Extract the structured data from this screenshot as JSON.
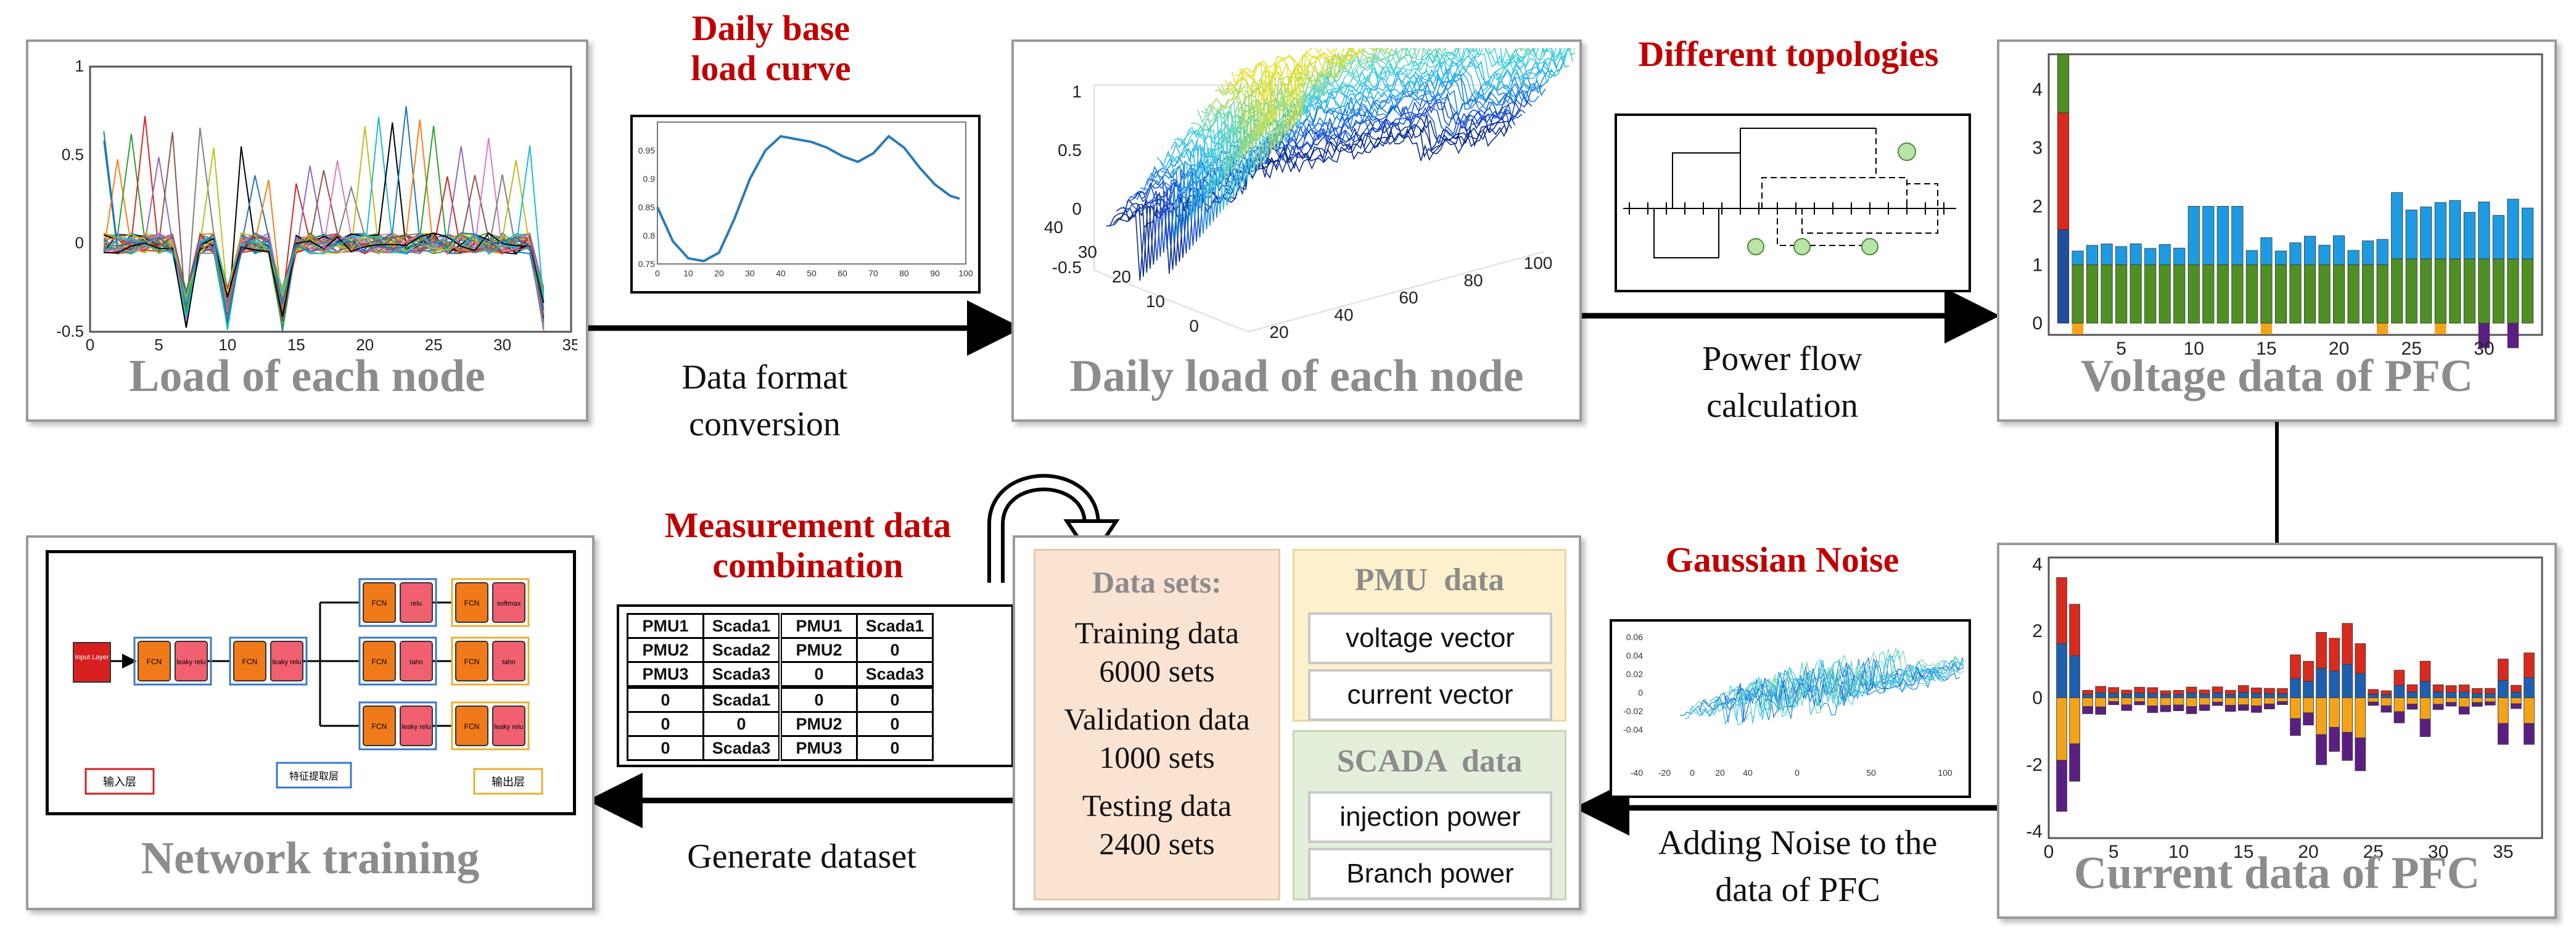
{
  "panels": {
    "load_each_node": "Load of each node",
    "daily_load": "Daily load of each node",
    "voltage": "Voltage data of PFC",
    "current": "Current data of PFC",
    "network": "Network training"
  },
  "red_labels": {
    "daily_base": "Daily base load curve",
    "topologies": "Different topologies",
    "measurement": "Measurement data combination",
    "gaussian": "Gaussian Noise"
  },
  "arrows": {
    "format_conversion": "Data format conversion",
    "power_flow": "Power flow calculation",
    "adding_noise": "Adding Noise to the data of PFC",
    "generate": "Generate dataset"
  },
  "datasets": {
    "title": "Data sets:",
    "training": "Training data",
    "training_n": "6000 sets",
    "validation": "Validation data",
    "validation_n": "1000 sets",
    "testing": "Testing data",
    "testing_n": "2400 sets"
  },
  "pmu": {
    "title": "PMU  data",
    "v": "voltage vector",
    "c": "current vector"
  },
  "scada": {
    "title": "SCADA  data",
    "inj": "injection power",
    "branch": "Branch power"
  },
  "combo_table": [
    [
      "PMU1",
      "Scada1",
      "PMU1",
      "Scada1"
    ],
    [
      "PMU2",
      "Scada2",
      "PMU2",
      "0"
    ],
    [
      "PMU3",
      "Scada3",
      "0",
      "Scada3"
    ],
    [
      "0",
      "Scada1",
      "0",
      "0"
    ],
    [
      "0",
      "0",
      "PMU2",
      "0"
    ],
    [
      "0",
      "Scada3",
      "PMU3",
      "0"
    ]
  ],
  "network": {
    "input": "Input Layer",
    "fcn": "FCN",
    "leaky": "leaky relu",
    "relu": "relu",
    "tahn": "tahn",
    "softmax": "softmax",
    "legend_input": "输入层",
    "legend_feature": "特征提取层",
    "legend_output": "输出层"
  },
  "chart_data": [
    {
      "type": "line",
      "id": "load_each_node",
      "xlim": [
        0,
        35
      ],
      "ylim": [
        -0.5,
        1
      ],
      "xticks": [
        "0",
        "5",
        "10",
        "15",
        "20",
        "25",
        "30",
        "35"
      ],
      "yticks": [
        "1",
        "0.5",
        "0",
        "-0.5"
      ]
    },
    {
      "type": "line",
      "id": "daily_base",
      "x": [
        0,
        5,
        10,
        15,
        20,
        25,
        30,
        35,
        40,
        45,
        50,
        55,
        60,
        65,
        70,
        75,
        80,
        85,
        90,
        95,
        98
      ],
      "y": [
        0.85,
        0.79,
        0.76,
        0.755,
        0.77,
        0.83,
        0.9,
        0.95,
        0.975,
        0.97,
        0.965,
        0.955,
        0.94,
        0.93,
        0.945,
        0.975,
        0.955,
        0.92,
        0.89,
        0.87,
        0.865
      ],
      "xlim": [
        0,
        100
      ],
      "ylim": [
        0.75,
        1.0
      ],
      "xticks": [
        "0",
        "10",
        "20",
        "30",
        "40",
        "50",
        "60",
        "70",
        "80",
        "90",
        "100"
      ],
      "yticks": [
        "0.95",
        "0.9",
        "0.85",
        "0.8",
        "0.75"
      ]
    },
    {
      "type": "bar",
      "id": "voltage",
      "xticks": [
        "5",
        "10",
        "15",
        "20",
        "25",
        "30"
      ],
      "yticks": [
        "4",
        "3",
        "2",
        "1",
        "0"
      ],
      "ylim": [
        0,
        4.6
      ],
      "colors": {
        "blue": "#1e9be0",
        "green": "#4f8f23",
        "red": "#d62b1e",
        "navy": "#1f4e9c",
        "orange": "#f2a31b",
        "purple": "#5b1f82"
      }
    },
    {
      "type": "bar",
      "id": "current",
      "xticks": [
        "0",
        "5",
        "10",
        "15",
        "20",
        "25",
        "30",
        "35"
      ],
      "yticks": [
        "4",
        "2",
        "0",
        "-2",
        "-4"
      ],
      "ylim": [
        -4.2,
        4.2
      ],
      "colors": {
        "red": "#d62b1e",
        "blue": "#1f5fb0",
        "orange": "#f2a31b",
        "purple": "#5b1f82"
      }
    },
    {
      "type": "area",
      "id": "surface",
      "yticks": [
        "1",
        "0.5",
        "0",
        "-0.5"
      ],
      "xticks": [
        "0",
        "10",
        "20",
        "30",
        "40"
      ],
      "zticks": [
        "20",
        "40",
        "60",
        "80",
        "100"
      ]
    },
    {
      "type": "line",
      "id": "gaussian",
      "yticks": [
        "0.06",
        "0.04",
        "0.02",
        "0",
        "-0.02",
        "-0.04"
      ],
      "xticks": [
        "-40",
        "-20",
        "0",
        "20",
        "40"
      ],
      "zticks": [
        "0",
        "50",
        "100"
      ]
    }
  ]
}
